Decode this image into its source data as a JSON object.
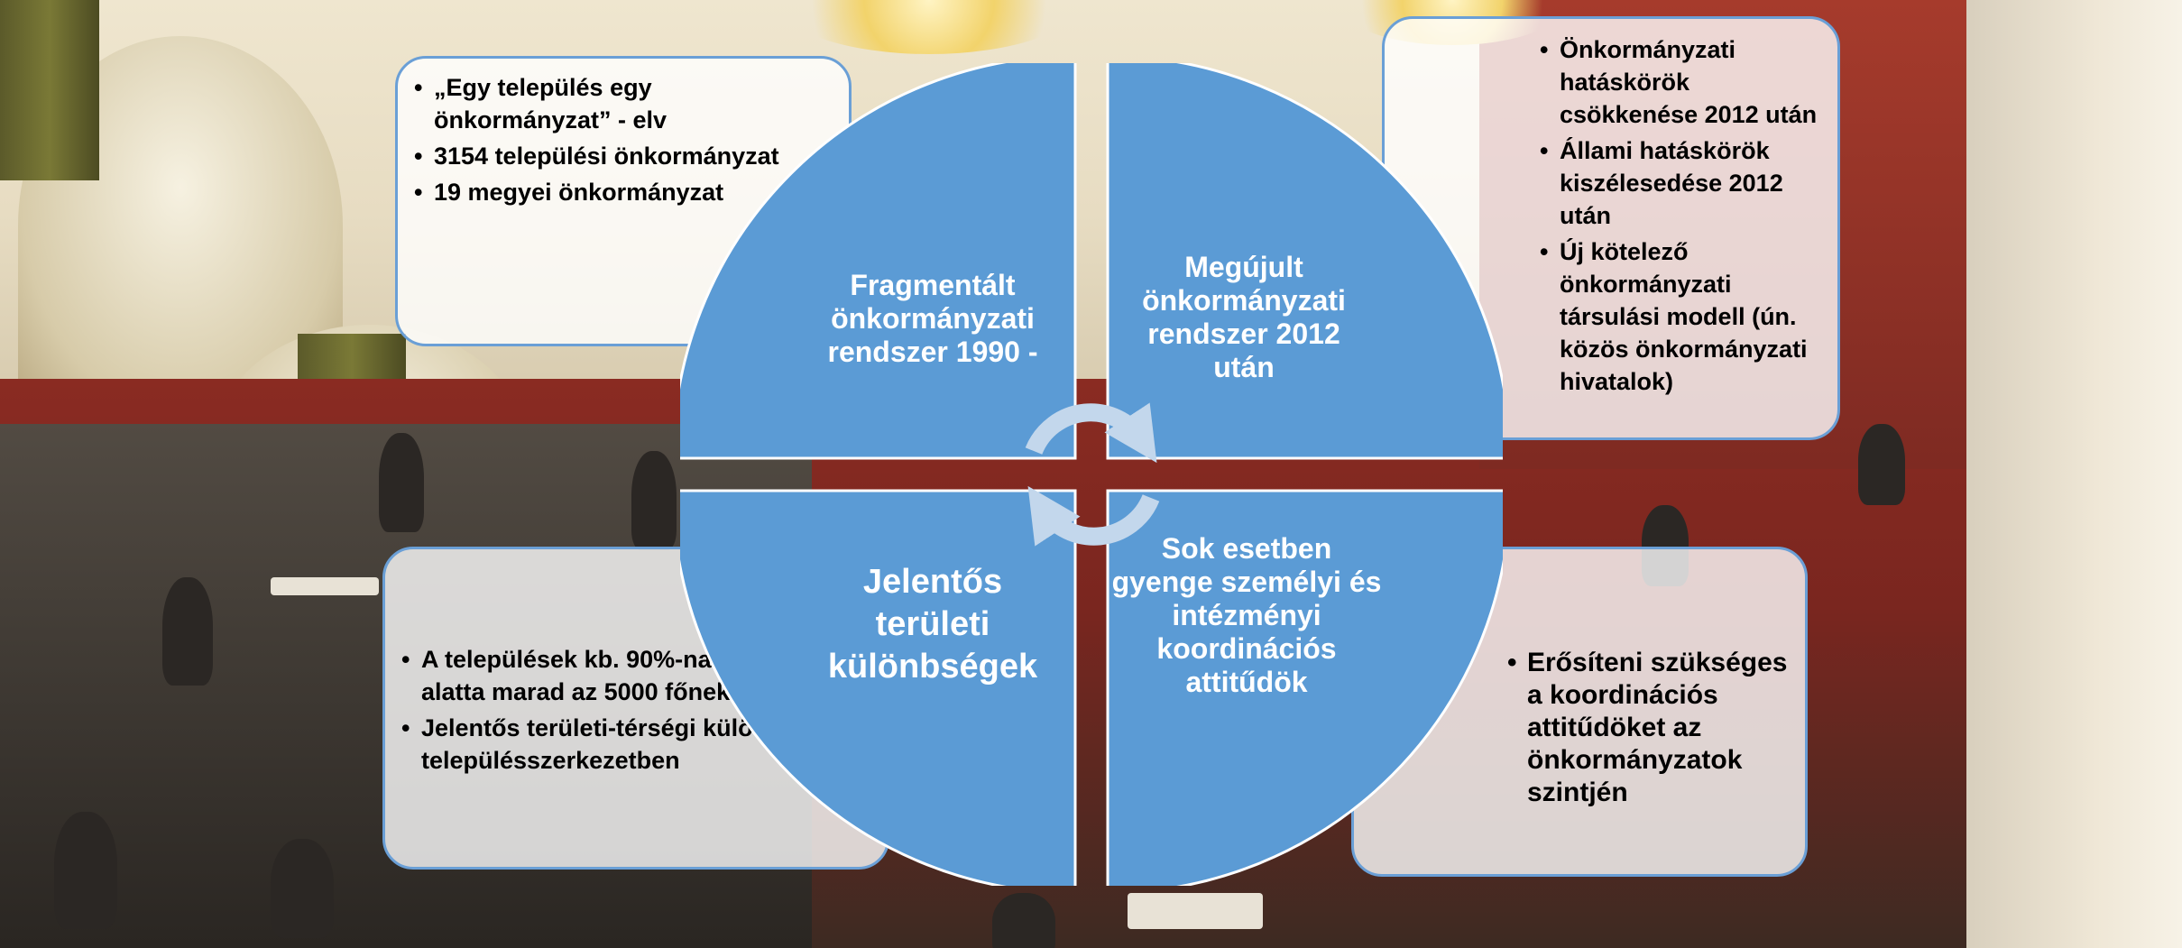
{
  "diagram": {
    "quadrants": {
      "top_left": "Fragmentált önkormányzati rendszer 1990 -",
      "top_right": "Megújult önkormányzati rendszer 2012 után",
      "bottom_left": "Jelentős területi különbségek",
      "bottom_right": "Sok esetben gyenge  személyi és intézményi koordinációs attitűdök"
    }
  },
  "callouts": {
    "top_left": [
      "„Egy település egy önkormányzat” - elv",
      "3154 települési önkormányzat",
      "19 megyei önkormányzat"
    ],
    "top_right": [
      "Önkormányzati hatáskörök csökkenése 2012 után",
      "Állami hatáskörök kiszélesedése 2012 után",
      "Új kötelező önkormányzati társulási modell (ún. közös önkormányzati hivatalok)"
    ],
    "bottom_left": [
      "A települések kb. 90%-nak lakossága alatta marad az 5000 főnek.",
      "Jelentős területi-térségi különbségek a településszerkezetben"
    ],
    "bottom_right": [
      "Erősíteni szükséges a koordinációs attitűdöket az önkormányzatok szintjén"
    ]
  },
  "colors": {
    "quadrant_fill": "#5b9bd5",
    "callout_border": "#6a9fd6",
    "cycle_arrow": "#c3d7ec"
  }
}
